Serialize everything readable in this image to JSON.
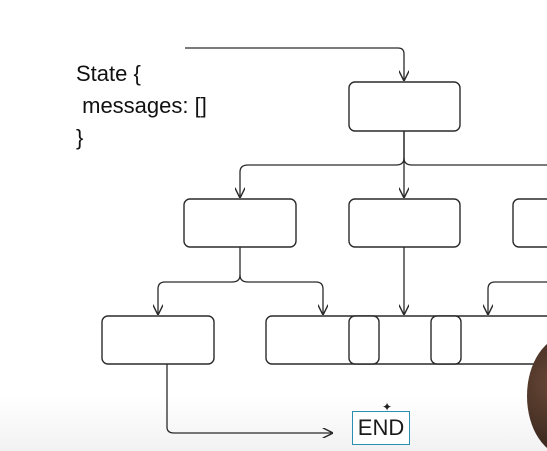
{
  "state_text": {
    "line1": "State {",
    "line2": " messages: []",
    "line3": "}"
  },
  "end_label": "END",
  "colors": {
    "stroke": "#2a2a2a",
    "end_border": "#2a8fb0"
  }
}
